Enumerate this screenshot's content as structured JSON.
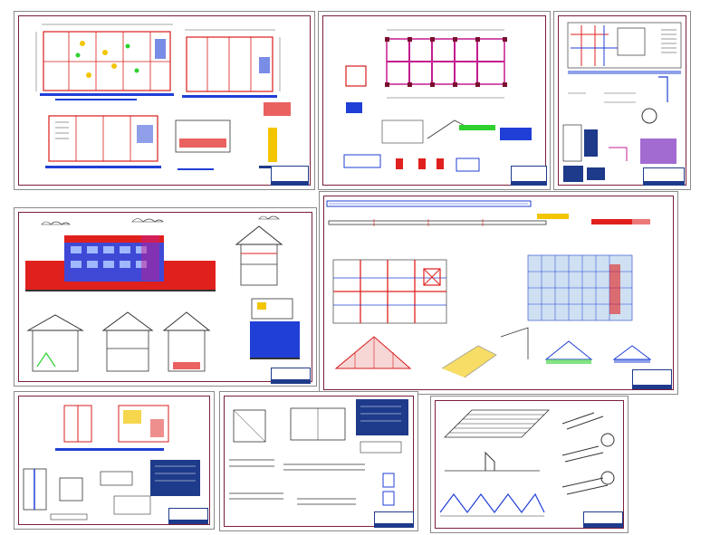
{
  "sheets": [
    {
      "id": "floor-plans"
    },
    {
      "id": "structural-plan"
    },
    {
      "id": "installations"
    },
    {
      "id": "elevations-sections"
    },
    {
      "id": "roof-framing"
    },
    {
      "id": "foundation-details-a"
    },
    {
      "id": "foundation-details-b"
    },
    {
      "id": "roof-sheet-details"
    }
  ],
  "colors": {
    "sheet_border": "#7a1f3a",
    "frame": "#8a8a8a",
    "drawing_red": "#e0201c",
    "drawing_blue": "#1f3fd6",
    "drawing_magenta": "#c41c8f",
    "title_block": "#1e3a8a",
    "sky": "#d9e6f5"
  }
}
